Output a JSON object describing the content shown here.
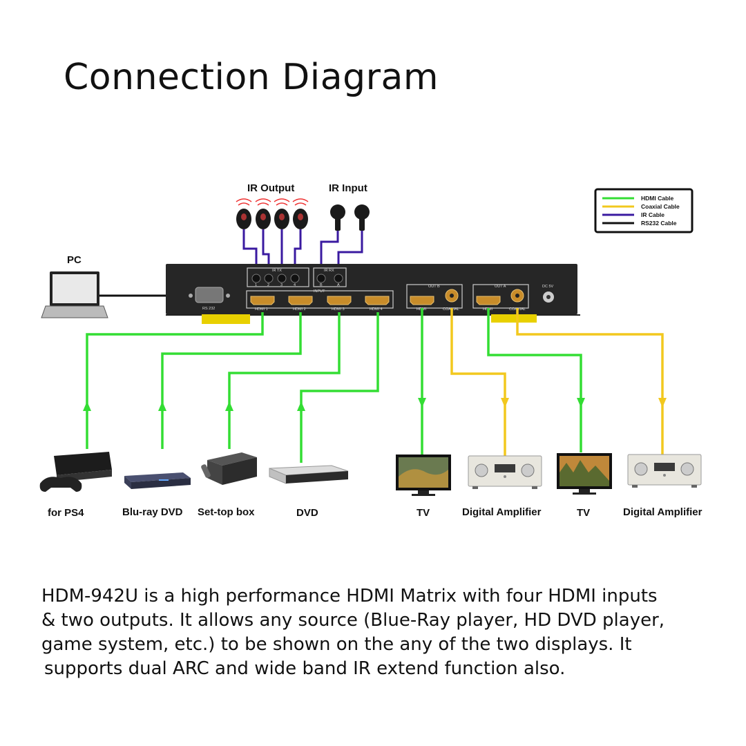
{
  "title": "Connection Diagram",
  "labels": {
    "ir_output": "IR Output",
    "ir_input": "IR Input",
    "pc": "PC"
  },
  "legend": [
    {
      "label": "HDMI Cable",
      "color": "#33dd33"
    },
    {
      "label": "Coaxial Cable",
      "color": "#f2c81e"
    },
    {
      "label": "IR Cable",
      "color": "#3a1aa0"
    },
    {
      "label": "RS232 Cable",
      "color": "#111111"
    }
  ],
  "device_panel": {
    "ir_tx": "IR TX",
    "ir_tx_ports": [
      "1",
      "2",
      "3",
      "4"
    ],
    "ir_rx": "IR RX",
    "ir_rx_ports": [
      "B",
      "A"
    ],
    "input": "INPUT",
    "hdmi_inputs": [
      "HDMI 1",
      "HDMI 2",
      "HDMI 3",
      "HDMI 4"
    ],
    "rs232": "RS 232",
    "out_b": "OUT B",
    "out_a": "OUT A",
    "hdmi": "HDMI",
    "coaxial": "COAXIAL",
    "dc": "DC 5V"
  },
  "devices": [
    "for PS4",
    "Blu-ray DVD",
    "Set-top box",
    "DVD",
    "TV",
    "Digital Amplifier",
    "TV",
    "Digital Amplifier"
  ],
  "description": [
    "HDM-942U is a high performance HDMI Matrix with four HDMI inputs",
    "& two outputs. It allows any source (Blue-Ray player, HD DVD player,",
    "game system, etc.) to be shown on the any of the two displays. It",
    "supports dual ARC and wide band IR extend function also."
  ]
}
